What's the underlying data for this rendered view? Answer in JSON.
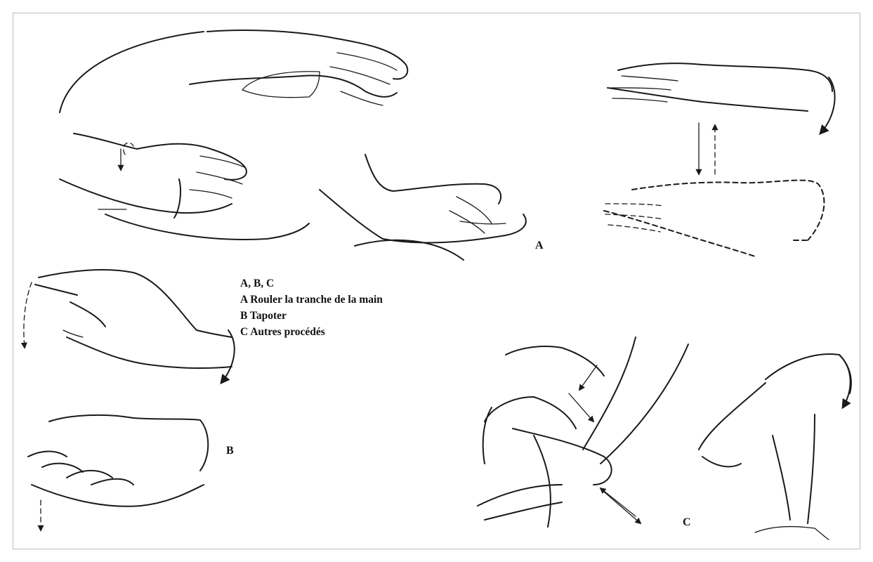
{
  "figure": {
    "labels": {
      "a": "A",
      "b": "B",
      "c": "C"
    },
    "legend": {
      "heading": "A, B, C",
      "items": [
        "A Rouler la tranche de la main",
        "B Tapoter",
        "C Autres procédés"
      ]
    },
    "colors": {
      "ink": "#1a1a1a",
      "frame": "#bdbdbd",
      "background": "#ffffff"
    }
  }
}
